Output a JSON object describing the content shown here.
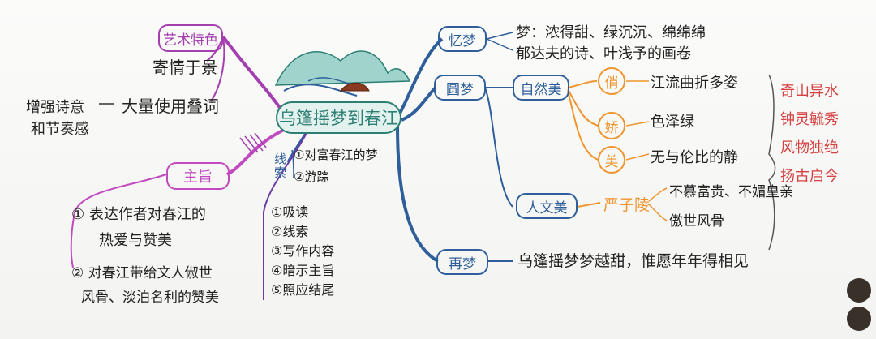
{
  "center": {
    "title": "乌篷摇梦到春江"
  },
  "left": {
    "art": {
      "label": "艺术特色",
      "item1": "寄情于景",
      "item2": "大量使用叠词",
      "note_line1": "增强诗意",
      "note_line2": "和节奏感"
    },
    "theme": {
      "label": "主旨",
      "item1_line1": "① 表达作者对春江的",
      "item1_line2": "热爱与赞美",
      "item2_line1": "② 对春江带给文人俶世",
      "item2_line2": "风骨、淡泊名利的赞美"
    }
  },
  "middle": {
    "clue": {
      "label": "线索",
      "item1": "①对富春江的梦",
      "item2": "②游踪"
    },
    "method": {
      "items": [
        "①吸读",
        "②线索",
        "③写作内容",
        "④暗示主旨",
        "⑤照应结尾"
      ]
    }
  },
  "right": {
    "dream1": {
      "label": "忆梦",
      "line1": "梦：浓得甜、绿沉沉、绵绵绵",
      "line2": "郁达夫的诗、叶浅予的画卷"
    },
    "dream2": {
      "label": "圆梦",
      "nature": {
        "label": "自然美",
        "items": [
          {
            "char": "俏",
            "text": "江流曲折多姿"
          },
          {
            "char": "娇",
            "text": "色泽绿"
          },
          {
            "char": "美",
            "text": "无与伦比的静"
          }
        ]
      },
      "culture": {
        "label": "人文美",
        "person": "严子陵",
        "line1": "不慕富贵、不媚皇亲",
        "line2": "傲世风骨"
      }
    },
    "dream3": {
      "label": "再梦",
      "text": "乌篷摇梦梦越甜，惟愿年年得相见"
    },
    "summary": [
      "奇山异水",
      "钟灵毓秀",
      "风物独绝",
      "扬古启今"
    ]
  },
  "colors": {
    "purple": "#a43fb0",
    "blue": "#2f5f9b",
    "orange": "#f0952e",
    "red": "#d64040",
    "teal": "#3a8a80"
  }
}
